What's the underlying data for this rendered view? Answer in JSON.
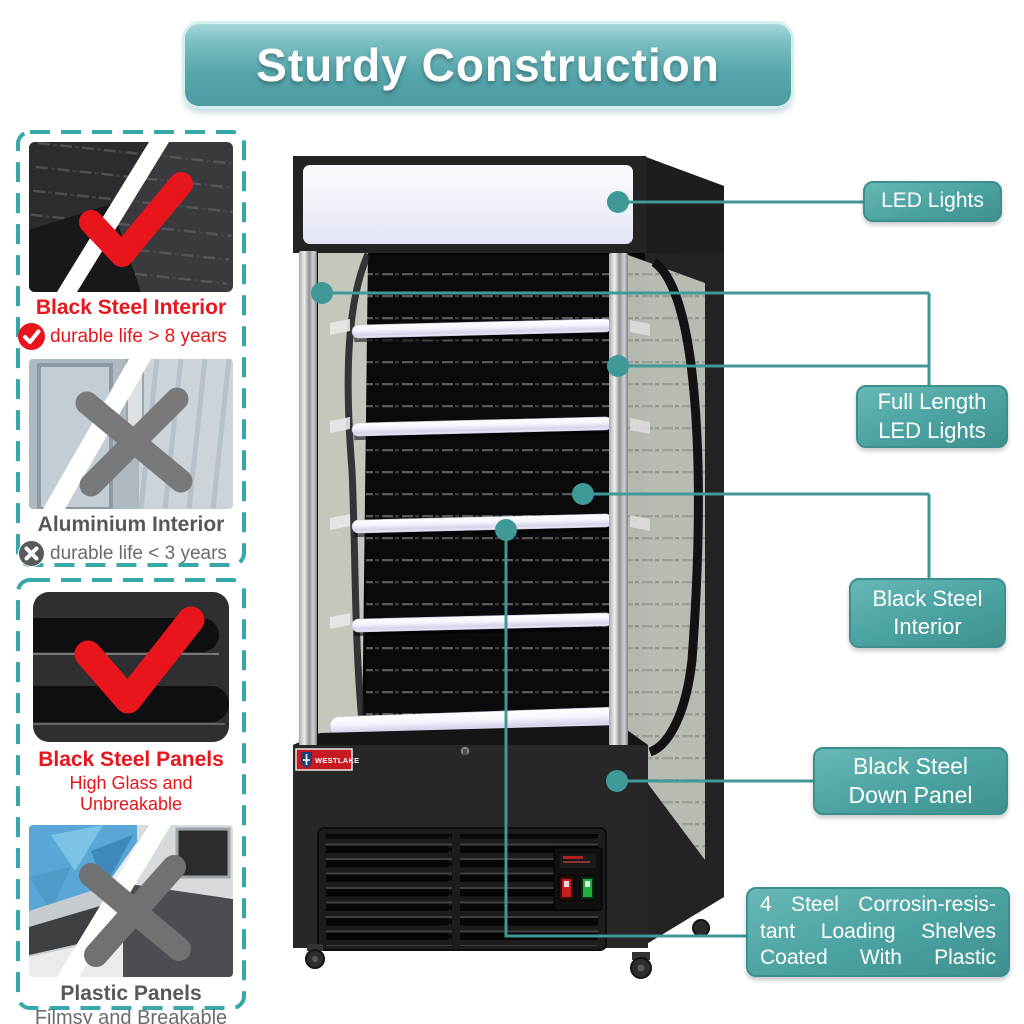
{
  "header": {
    "title": "Sturdy Construction"
  },
  "comparison_groups": [
    {
      "items": [
        {
          "title": "Black Steel Interior",
          "subtitle": "durable life > 8 years",
          "verdict": "check-icon",
          "tone": "red"
        },
        {
          "title": "Aluminium Interior",
          "subtitle": "durable life < 3 years",
          "verdict": "cross-icon",
          "tone": "gray"
        }
      ]
    },
    {
      "items": [
        {
          "title": "Black Steel Panels",
          "subtitle": "High Glass and Unbreakable",
          "verdict": "check-icon",
          "tone": "red"
        },
        {
          "title": "Plastic Panels",
          "subtitle": "Filmsy and Breakable",
          "verdict": "cross-icon",
          "tone": "gray"
        }
      ]
    }
  ],
  "callouts": [
    {
      "id": "led-lights",
      "text": "LED Lights",
      "lines": [
        "LED Lights"
      ]
    },
    {
      "id": "full-length-led-lights",
      "text": "Full Length LED Lights",
      "lines": [
        "Full Length",
        "LED Lights"
      ]
    },
    {
      "id": "black-steel-interior",
      "text": "Black Steel Interior",
      "lines": [
        "Black Steel",
        "Interior"
      ]
    },
    {
      "id": "black-steel-down-panel",
      "text": "Black Steel Down Panel",
      "lines": [
        "Black Steel",
        "Down Panel"
      ]
    },
    {
      "id": "loading-shelves",
      "text": "4 Steel Corrosin-resistant Loading Shelves Coated With Plastic",
      "lines": [
        "4 Steel Corrosin-resis-",
        "tant Loading Shelves",
        "Coated With Plastic"
      ]
    }
  ],
  "product": {
    "brand": "WESTLAKE"
  },
  "colors": {
    "accent_teal": "#3e9997",
    "callout_fill": "#4aa2a0",
    "dashed_border": "#35a8a7",
    "alert_red": "#e8151c",
    "neutral_gray": "#58595b",
    "banner_teal": "#55a6ab"
  }
}
